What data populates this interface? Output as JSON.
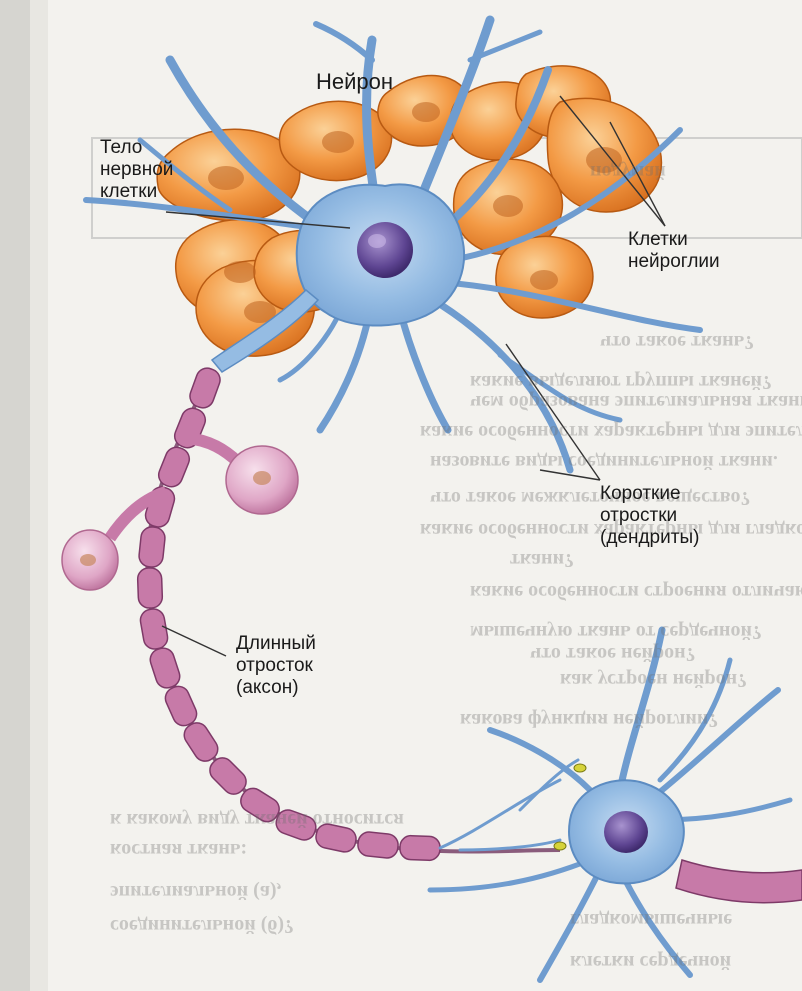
{
  "labels": {
    "title": "Нейрон",
    "cell_body": "Тело\nнервной\nклетки",
    "glia": "Клетки\nнейроглии",
    "dendrites": "Короткие\nотростки\n(дендриты)",
    "axon": "Длинный\nотросток\n(аксон)"
  },
  "background_text": [
    "подумай",
    "что такое ткань?",
    "какие выделяют группы тканей?",
    "чем образована эпителиальная ткань?",
    "какие особенности характерны для эпителиальной ткани?",
    "назовите виды соединительной ткани.",
    "что такое межклеточное вещество?",
    "какие особенности характерны для гладкой мышечной",
    "ткани?",
    "какие особенности строения отличают поперечно-полосатую",
    "мышечную ткань от сердечной?",
    "что такое нейрон?",
    "как устроен нейрон?",
    "какова функция нейроглии?",
    "к какому виду тканей относится",
    "костная ткань:",
    "эпителиальной (а),",
    "соединительной (б)?",
    "гладкомышечные",
    "клетки сердечной"
  ],
  "colors": {
    "neuron_fill": "#8fb8e0",
    "neuron_stroke": "#4f7fb5",
    "nucleus": "#5a3f8a",
    "glia_fill": "#f08c34",
    "glia_highlight": "#f9c07a",
    "glia_stroke": "#b85a12",
    "axon_fill": "#c77aa8",
    "axon_stroke": "#7e3a68",
    "leader_line": "#333333"
  }
}
